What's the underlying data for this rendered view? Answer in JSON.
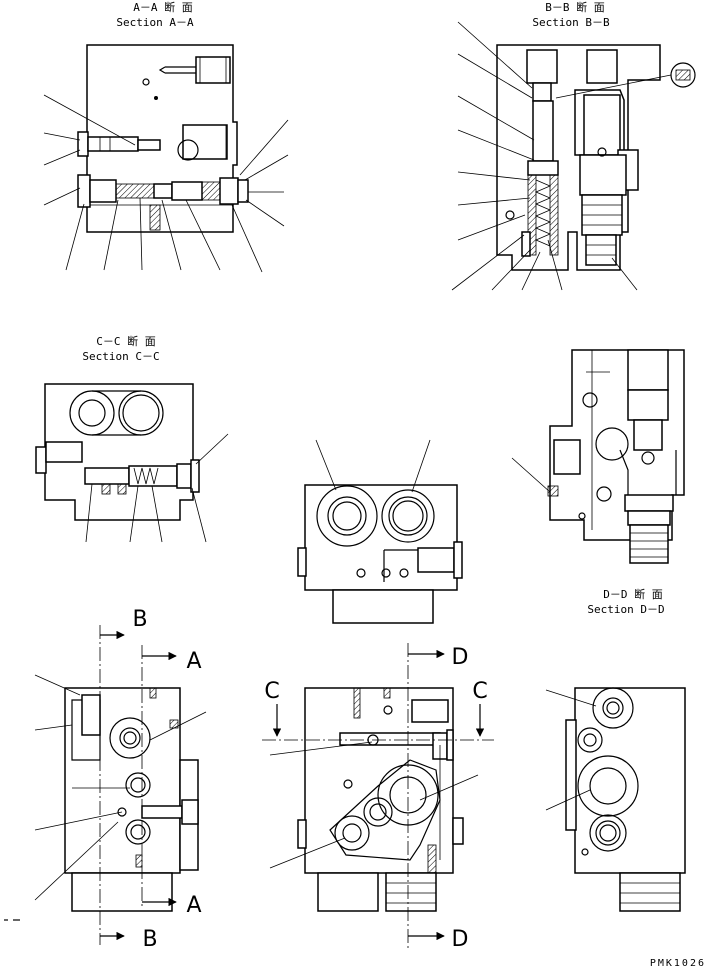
{
  "titles": {
    "aa_jp": "A－A 断 面",
    "aa_en": "Section A－A",
    "bb_jp": "B－B 断 面",
    "bb_en": "Section B－B",
    "cc_jp": "C－C 断 面",
    "cc_en": "Section C－C",
    "dd_jp": "D－D 断 面",
    "dd_en": "Section D－D"
  },
  "section_markers": {
    "a": "A",
    "b": "B",
    "c": "C",
    "d": "D"
  },
  "drawing_code": "PMK1026"
}
